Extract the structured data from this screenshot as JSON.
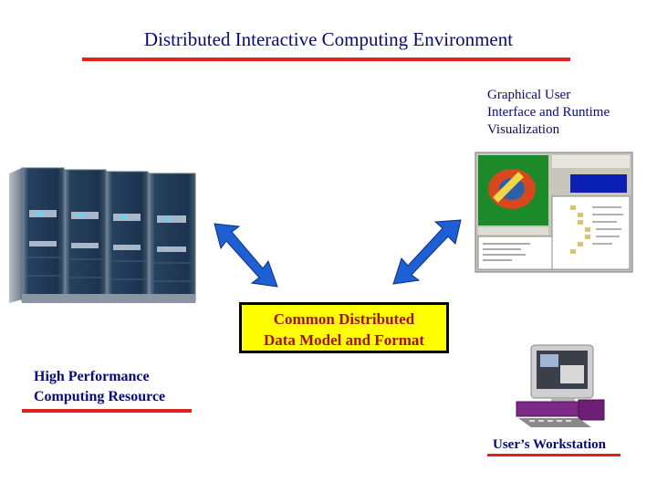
{
  "title": "Distributed Interactive Computing Environment",
  "gui_caption": [
    "Graphical User",
    "Interface and Runtime",
    "Visualization"
  ],
  "hpc_caption": [
    "High Performance",
    "Computing Resource"
  ],
  "workstation_caption": "User’s Workstation",
  "center_box": [
    "Common Distributed",
    "Data Model and Format"
  ],
  "colors": {
    "title_text": "#0a0a78",
    "rule": "#e1211c",
    "box_fill": "#ffff00",
    "box_text": "#a6101a",
    "arrow": "#1f5fd6"
  },
  "icons": {
    "hpc": "supercomputer-racks-image",
    "gui": "visualization-screenshot-image",
    "workstation": "desktop-workstation-image"
  }
}
